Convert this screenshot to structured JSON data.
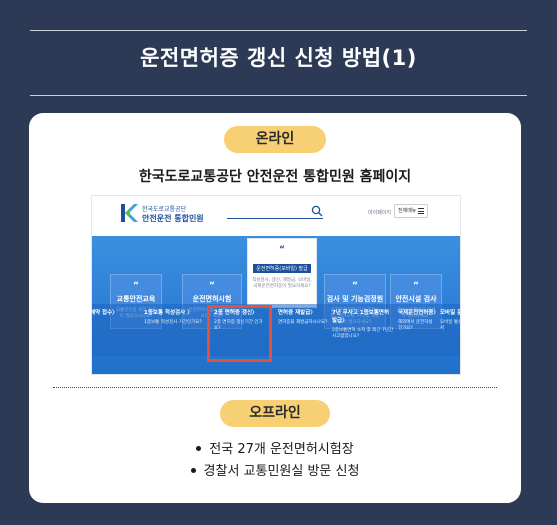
{
  "headline": "운전면허증 갱신 신청 방법(1)",
  "online": {
    "pill": "온라인",
    "site_title": "한국도로교통공단 안전운전 통합민원 홈페이지"
  },
  "website": {
    "logo_line1": "한국도로교통공단",
    "logo_line2": "안전운전 통합민원",
    "mypage": "마이페이지",
    "total_menu": "전체메뉴",
    "tiles": [
      {
        "quote": "“",
        "title": "교통안전교육",
        "desc": "교통안전을 위한 교육이 필요하시나요?"
      },
      {
        "quote": "“",
        "title": "운전면허시험",
        "desc": "운전면허시험을 준비하시나요? 예정?"
      },
      {
        "quote": "“",
        "tag": "운전면허증(모바일) 발급",
        "desc": "적성검사, 갱신, 재발급, 모바일, 국제운전면허증이 필요하세요?"
      },
      {
        "quote": "“",
        "title": "검사 및 기능검정원",
        "desc": "운전전문학원 강사 자격시험, 면허교육, 자격증 재발급이 필요하세요?"
      },
      {
        "quote": "“",
        "title": "안전시설 검사",
        "desc": "교통신호제어기 검사가 필요하세요?"
      }
    ],
    "strip": [
      {
        "title": "예약 접수〉",
        "sub": ""
      },
      {
        "title": "1종보통 적성검사 〉",
        "sub": "1종보통 적성검사 기간인가요?"
      },
      {
        "title": "2종 면허증 갱신〉",
        "sub": "2종 면허증 갱신기간 인가요?"
      },
      {
        "title": "면허증 재발급〉",
        "sub": "면허증을 재발급하시나요?"
      },
      {
        "title": "7년 무사고 1종보통면허 발급〉",
        "sub": "2종보통면허 소지 후 최근 7년간 사고없었나요?"
      },
      {
        "title": "국제운전면허증〉",
        "sub": "해외에서 운전하실 건가요?"
      },
      {
        "title": "모바일 운전",
        "sub": "모바일 통신에서"
      }
    ]
  },
  "offline": {
    "pill": "오프라인",
    "items": [
      "전국 27개 운전면허시험장",
      "경찰서 교통민원실 방문 신청"
    ]
  },
  "colors": {
    "background": "#2d3a56",
    "pill": "#f7d074",
    "highlight": "#e4503a",
    "banner": "#2d7fd6"
  }
}
